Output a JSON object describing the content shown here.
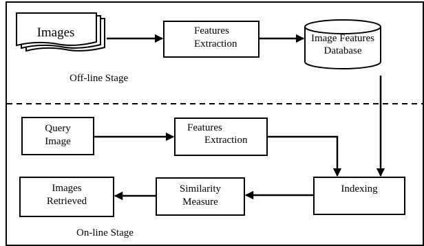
{
  "offline": {
    "images_label": "Images",
    "features_extraction": [
      "Features",
      "Extraction"
    ],
    "database": [
      "Image Features",
      "Database"
    ],
    "stage_label": "Off-line Stage"
  },
  "online": {
    "query_image": [
      "Query",
      "Image"
    ],
    "features_extraction": [
      "Features",
      "Extraction"
    ],
    "indexing": "Indexing",
    "similarity_measure": [
      "Similarity",
      "Measure"
    ],
    "images_retrieved": [
      "Images",
      "Retrieved"
    ],
    "stage_label": "On-line  Stage"
  }
}
